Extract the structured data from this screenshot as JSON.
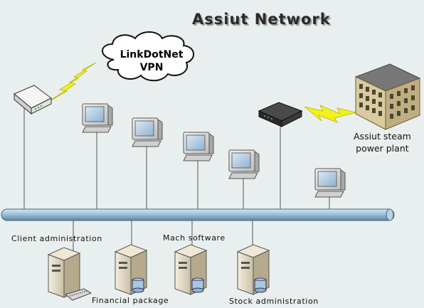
{
  "title": "Assiut Network",
  "cloud": {
    "line1": "LinkDotNet",
    "line2": "VPN"
  },
  "plant": {
    "line1": "Assiut steam",
    "line2": "power plant"
  },
  "labels": {
    "client_admin": "Client administration",
    "mach_software": "Mach software",
    "financial": "Financial package",
    "stock": "Stock administration"
  },
  "colors": {
    "background": "#e9efee",
    "bus": "#8fb4cc",
    "lightning": "#f2f21a"
  },
  "icons": [
    "router-icon",
    "modem-icon",
    "building-icon",
    "computer-icon",
    "server-icon",
    "lightning-icon",
    "cloud-icon"
  ]
}
